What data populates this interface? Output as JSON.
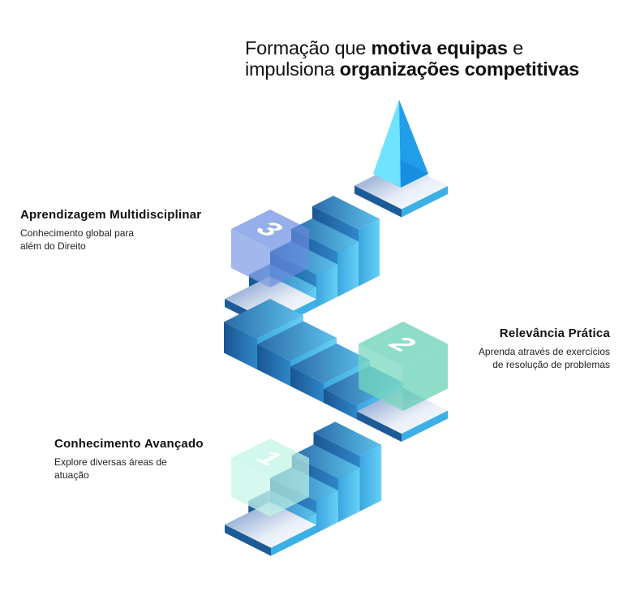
{
  "title": {
    "line1_regular": "Formação que ",
    "line1_bold": "motiva equipas",
    "line1_end": " e",
    "line2_regular": "impulsiona ",
    "line2_bold": "organizações competitivas"
  },
  "steps": [
    {
      "number": "1",
      "title_regular": "Conhecimento ",
      "title_bold": "Avançado",
      "desc_line1": "Explore diversas áreas de",
      "desc_line2": "atuação",
      "color": "#bff3e6"
    },
    {
      "number": "2",
      "title_regular": "Relevância ",
      "title_bold": "Prática",
      "desc_line1": "Aprenda através de exercícios",
      "desc_line2": "de resolução de problemas",
      "color": "#5ccfb2"
    },
    {
      "number": "3",
      "title_regular": "Aprendizagem Multidisciplinar",
      "title_bold": "",
      "desc_line1": "Conhecimento global para",
      "desc_line2": "além do Direito",
      "color": "#6a8be0"
    }
  ],
  "colors": {
    "stair_dark": "#1f5f9e",
    "stair_light": "#4fb6e6",
    "pyramid_light": "#6fe3ff",
    "pyramid_dark": "#1590e0"
  }
}
